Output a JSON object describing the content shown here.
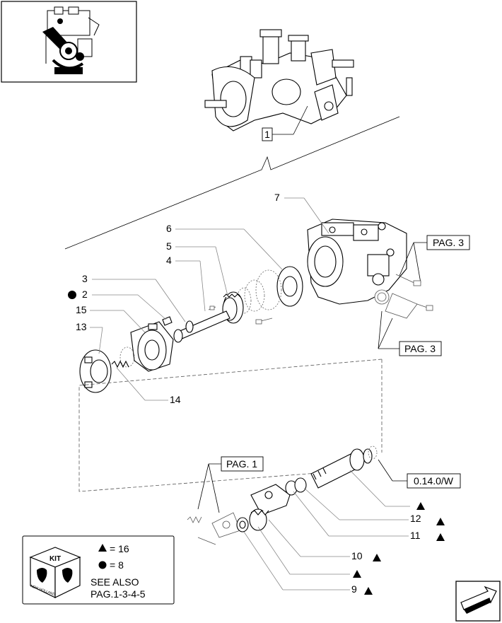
{
  "callouts": {
    "c1": "1",
    "c2": "2",
    "c3": "3",
    "c4": "4",
    "c5": "5",
    "c6": "6",
    "c7": "7",
    "c9": "9",
    "c10": "10",
    "c11": "11",
    "c12": "12",
    "c13": "13",
    "c14": "14",
    "c15": "15"
  },
  "reference_boxes": {
    "pag3_top": "PAG. 3",
    "pag3_mid": "PAG. 3",
    "pag1": "PAG. 1",
    "ref_0140w": "0.14.0/W"
  },
  "legend": {
    "kit_label": "KIT",
    "brand_text": "NEW HOLLAND",
    "triangle_eq": "= 16",
    "circle_eq": "= 8",
    "see_also_line1": "SEE ALSO",
    "see_also_line2": "PAG.1-3-4-5"
  },
  "icons": {
    "thumbnail": "engine-thumbnail-icon",
    "next_page": "next-page-arrow-icon",
    "triangle": "triangle-marker-icon",
    "circle": "circle-marker-icon",
    "kit": "kit-cube-icon"
  }
}
